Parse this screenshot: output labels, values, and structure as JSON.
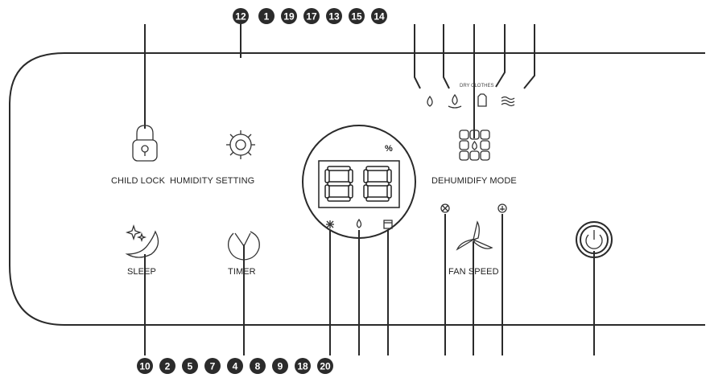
{
  "labels": {
    "child_lock": "CHILD LOCK",
    "humidity_setting": "HUMIDITY SETTING",
    "dehumidify_mode": "DEHUMIDIFY MODE",
    "sleep": "SLEEP",
    "timer": "TIMER",
    "fan_speed": "FAN SPEED",
    "dry_clothes": "DRY CLOTHES",
    "percent": "%"
  },
  "callouts_top": [
    "12",
    "1",
    "19",
    "17",
    "13",
    "15",
    "14"
  ],
  "callouts_bottom": [
    "10",
    "2",
    "5",
    "7",
    "4",
    "8",
    "9",
    "18",
    "20"
  ],
  "icons": {
    "lock": "lock-icon",
    "gear": "gear-icon",
    "mode_grid": "mode-grid-icon",
    "moon": "moon-stars-icon",
    "timer": "timer-icon",
    "fan": "fan-icon",
    "power": "power-icon"
  },
  "colors": {
    "callout_fill": "#2b2b2b",
    "line": "#2a2a2a",
    "background": "#ffffff"
  }
}
